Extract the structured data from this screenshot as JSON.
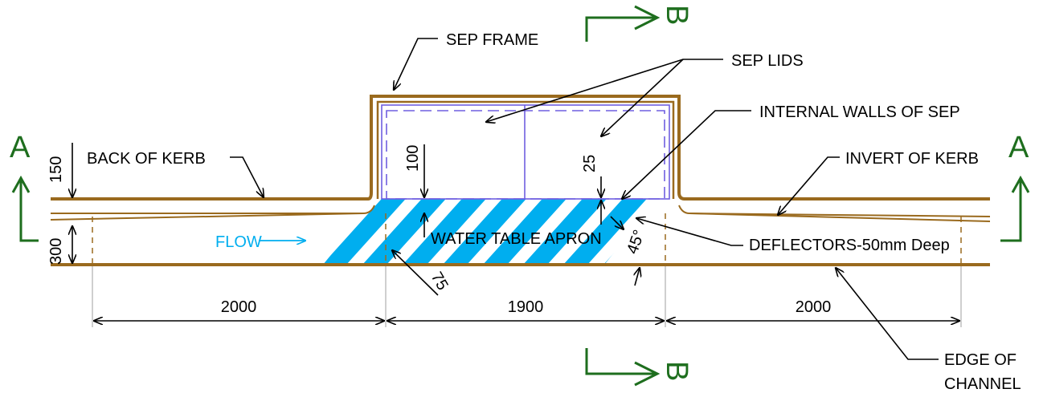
{
  "labels": {
    "sep_frame": "SEP FRAME",
    "sep_lids": "SEP LIDS",
    "internal_walls": "INTERNAL WALLS OF SEP",
    "back_of_kerb": "BACK OF KERB",
    "invert_of_kerb": "INVERT OF KERB",
    "water_table_apron": "WATER TABLE APRON",
    "deflectors": "DEFLECTORS-50mm Deep",
    "edge_of_channel_1": "EDGE OF",
    "edge_of_channel_2": "CHANNEL",
    "flow": "FLOW"
  },
  "dimensions": {
    "d150": "150",
    "d300": "300",
    "d100": "100",
    "d25": "25",
    "d75": "75",
    "angle": "45°",
    "left_len": "2000",
    "mid_len": "1900",
    "right_len": "2000"
  },
  "section_marks": {
    "section_a": "A",
    "section_b": "B"
  },
  "colors": {
    "kerb": "#9a6a1e",
    "lids": "#6f5fe0",
    "deflector_hatch": "#00aeef",
    "section_marker": "#1e6e1e"
  }
}
